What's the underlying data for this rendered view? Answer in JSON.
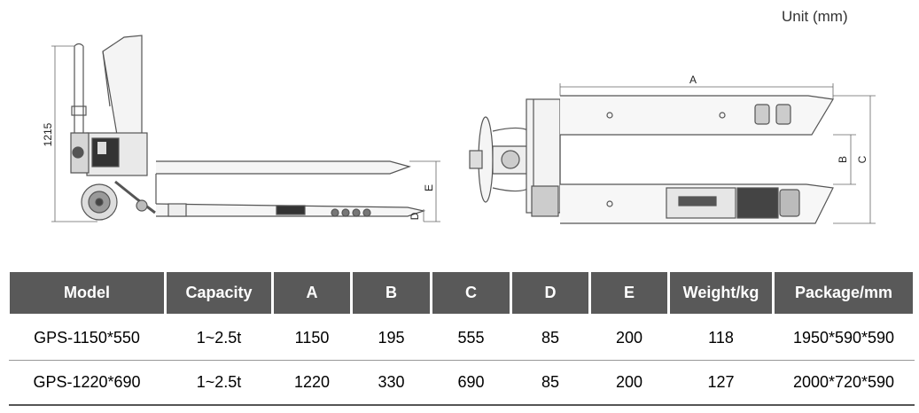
{
  "unit_label": "Unit (mm)",
  "dimension_labels": {
    "height": "1215",
    "A": "A",
    "B": "B",
    "C": "C",
    "D": "D",
    "E": "E"
  },
  "table": {
    "headers": [
      "Model",
      "Capacity",
      "A",
      "B",
      "C",
      "D",
      "E",
      "Weight/kg",
      "Package/mm"
    ],
    "rows": [
      [
        "GPS-1150*550",
        "1~2.5t",
        "1150",
        "195",
        "555",
        "85",
        "200",
        "118",
        "1950*590*590"
      ],
      [
        "GPS-1220*690",
        "1~2.5t",
        "1220",
        "330",
        "690",
        "85",
        "200",
        "127",
        "2000*720*590"
      ]
    ]
  }
}
